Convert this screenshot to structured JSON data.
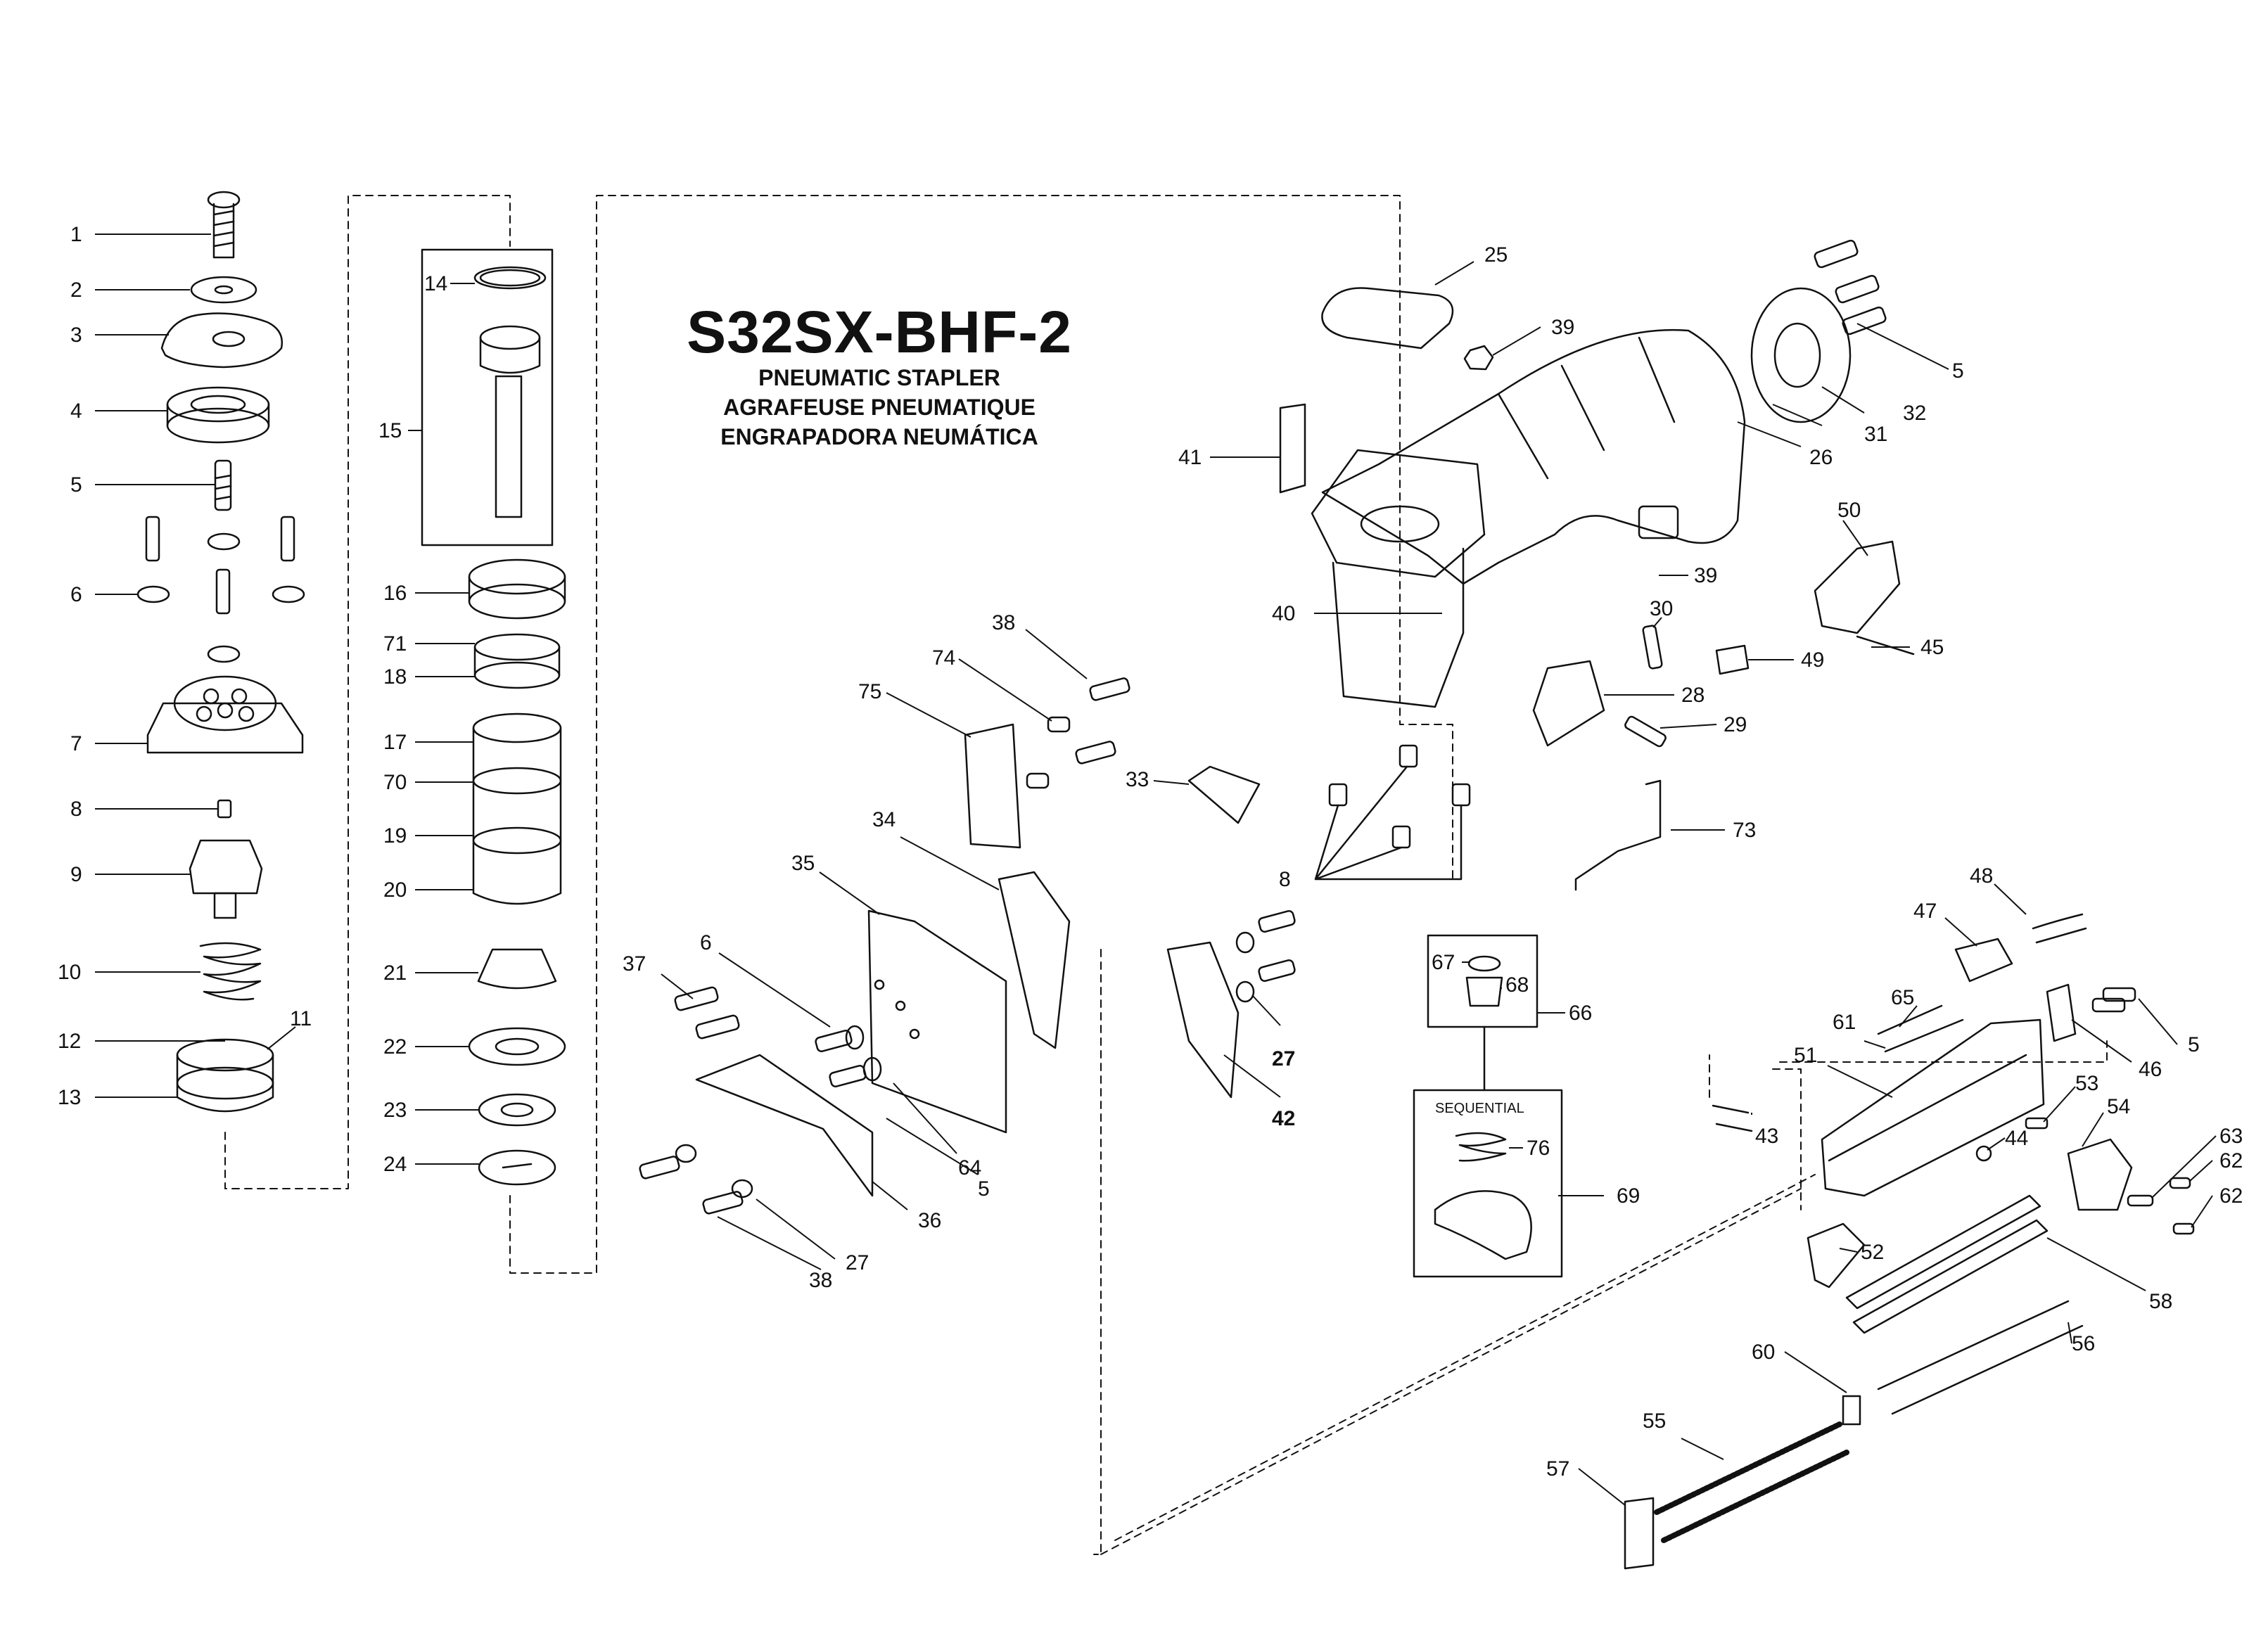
{
  "title": {
    "model": "S32SX-BHF-2",
    "line_en": "PNEUMATIC STAPLER",
    "line_fr": "AGRAFEUSE PNEUMATIQUE",
    "line_es": "ENGRAPADORA NEUMÁTICA"
  },
  "inset_label": "SEQUENTIAL",
  "callouts": [
    {
      "id": "c1",
      "text": "1"
    },
    {
      "id": "c2",
      "text": "2"
    },
    {
      "id": "c3",
      "text": "3"
    },
    {
      "id": "c4",
      "text": "4"
    },
    {
      "id": "c5a",
      "text": "5"
    },
    {
      "id": "c6a",
      "text": "6"
    },
    {
      "id": "c7",
      "text": "7"
    },
    {
      "id": "c8a",
      "text": "8"
    },
    {
      "id": "c9",
      "text": "9"
    },
    {
      "id": "c10",
      "text": "10"
    },
    {
      "id": "c11",
      "text": "11"
    },
    {
      "id": "c12",
      "text": "12"
    },
    {
      "id": "c13",
      "text": "13"
    },
    {
      "id": "c14",
      "text": "14"
    },
    {
      "id": "c15",
      "text": "15"
    },
    {
      "id": "c16",
      "text": "16"
    },
    {
      "id": "c71",
      "text": "71"
    },
    {
      "id": "c18",
      "text": "18"
    },
    {
      "id": "c17",
      "text": "17"
    },
    {
      "id": "c70",
      "text": "70"
    },
    {
      "id": "c19",
      "text": "19"
    },
    {
      "id": "c20",
      "text": "20"
    },
    {
      "id": "c21",
      "text": "21"
    },
    {
      "id": "c22",
      "text": "22"
    },
    {
      "id": "c23",
      "text": "23"
    },
    {
      "id": "c24",
      "text": "24"
    },
    {
      "id": "c25",
      "text": "25"
    },
    {
      "id": "c39a",
      "text": "39"
    },
    {
      "id": "c5b",
      "text": "5"
    },
    {
      "id": "c32",
      "text": "32"
    },
    {
      "id": "c31",
      "text": "31"
    },
    {
      "id": "c26",
      "text": "26"
    },
    {
      "id": "c41",
      "text": "41"
    },
    {
      "id": "c50",
      "text": "50"
    },
    {
      "id": "c39b",
      "text": "39"
    },
    {
      "id": "c40",
      "text": "40"
    },
    {
      "id": "c30",
      "text": "30"
    },
    {
      "id": "c45",
      "text": "45"
    },
    {
      "id": "c49",
      "text": "49"
    },
    {
      "id": "c28",
      "text": "28"
    },
    {
      "id": "c29",
      "text": "29"
    },
    {
      "id": "c38a",
      "text": "38"
    },
    {
      "id": "c74",
      "text": "74"
    },
    {
      "id": "c75",
      "text": "75"
    },
    {
      "id": "c33",
      "text": "33"
    },
    {
      "id": "c73",
      "text": "73"
    },
    {
      "id": "c8b",
      "text": "8"
    },
    {
      "id": "c34",
      "text": "34"
    },
    {
      "id": "c35",
      "text": "35"
    },
    {
      "id": "c37",
      "text": "37"
    },
    {
      "id": "c6b",
      "text": "6"
    },
    {
      "id": "c27a",
      "text": "27"
    },
    {
      "id": "c42",
      "text": "42"
    },
    {
      "id": "c67",
      "text": "67"
    },
    {
      "id": "c68",
      "text": "68"
    },
    {
      "id": "c66",
      "text": "66"
    },
    {
      "id": "c76",
      "text": "76"
    },
    {
      "id": "c69",
      "text": "69"
    },
    {
      "id": "c64",
      "text": "64"
    },
    {
      "id": "c5c",
      "text": "5"
    },
    {
      "id": "c36",
      "text": "36"
    },
    {
      "id": "c38b",
      "text": "38"
    },
    {
      "id": "c27b",
      "text": "27"
    },
    {
      "id": "c48",
      "text": "48"
    },
    {
      "id": "c47",
      "text": "47"
    },
    {
      "id": "c46",
      "text": "46"
    },
    {
      "id": "c5d",
      "text": "5"
    },
    {
      "id": "c65",
      "text": "65"
    },
    {
      "id": "c61",
      "text": "61"
    },
    {
      "id": "c51",
      "text": "51"
    },
    {
      "id": "c53",
      "text": "53"
    },
    {
      "id": "c54",
      "text": "54"
    },
    {
      "id": "c43",
      "text": "43"
    },
    {
      "id": "c44",
      "text": "44"
    },
    {
      "id": "c63",
      "text": "63"
    },
    {
      "id": "c62a",
      "text": "62"
    },
    {
      "id": "c62b",
      "text": "62"
    },
    {
      "id": "c52",
      "text": "52"
    },
    {
      "id": "c58",
      "text": "58"
    },
    {
      "id": "c56",
      "text": "56"
    },
    {
      "id": "c60",
      "text": "60"
    },
    {
      "id": "c55",
      "text": "55"
    },
    {
      "id": "c57",
      "text": "57"
    }
  ]
}
